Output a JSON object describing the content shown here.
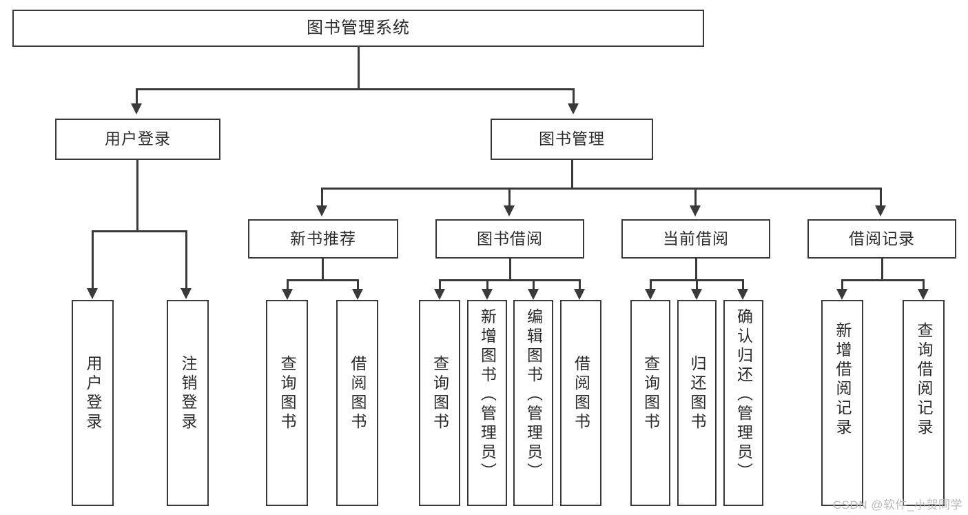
{
  "diagram": {
    "title": "图书管理系统",
    "type": "tree-hierarchy-diagram",
    "root": {
      "label": "图书管理系统"
    },
    "level1": [
      {
        "label": "用户登录"
      },
      {
        "label": "图书管理"
      }
    ],
    "level2": [
      {
        "label": "新书推荐"
      },
      {
        "label": "图书借阅"
      },
      {
        "label": "当前借阅"
      },
      {
        "label": "借阅记录"
      }
    ],
    "leaves": {
      "user_login": [
        {
          "label": "用户登录"
        },
        {
          "label": "注销登录"
        }
      ],
      "new_book_recommend": [
        {
          "label": "查询图书"
        },
        {
          "label": "借阅图书"
        }
      ],
      "book_borrow": [
        {
          "label": "查询图书"
        },
        {
          "label": "新增图书（管理员）"
        },
        {
          "label": "编辑图书（管理员）"
        },
        {
          "label": "借阅图书"
        }
      ],
      "current_borrow": [
        {
          "label": "查询图书"
        },
        {
          "label": "归还图书"
        },
        {
          "label": "确认归还（管理员）"
        }
      ],
      "borrow_record": [
        {
          "label": "新增借阅记录"
        },
        {
          "label": "查询借阅记录"
        }
      ]
    }
  },
  "watermark": {
    "text": "CSDN @软件_小贺同学"
  },
  "colors": {
    "stroke": "#3a3a3a",
    "text": "#2b2b2b",
    "background": "#ffffff",
    "watermark": "#b9b9b9"
  }
}
